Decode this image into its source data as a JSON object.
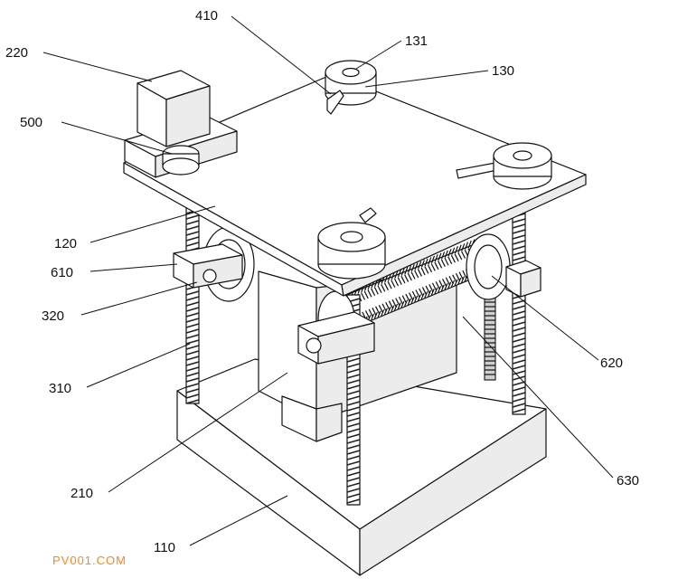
{
  "labels": {
    "l410": "410",
    "l131": "131",
    "l130": "130",
    "l220": "220",
    "l500": "500",
    "l120": "120",
    "l610": "610",
    "l320": "320",
    "l310": "310",
    "l620": "620",
    "l210": "210",
    "l630": "630",
    "l110": "110"
  },
  "watermark": "PV001.COM"
}
